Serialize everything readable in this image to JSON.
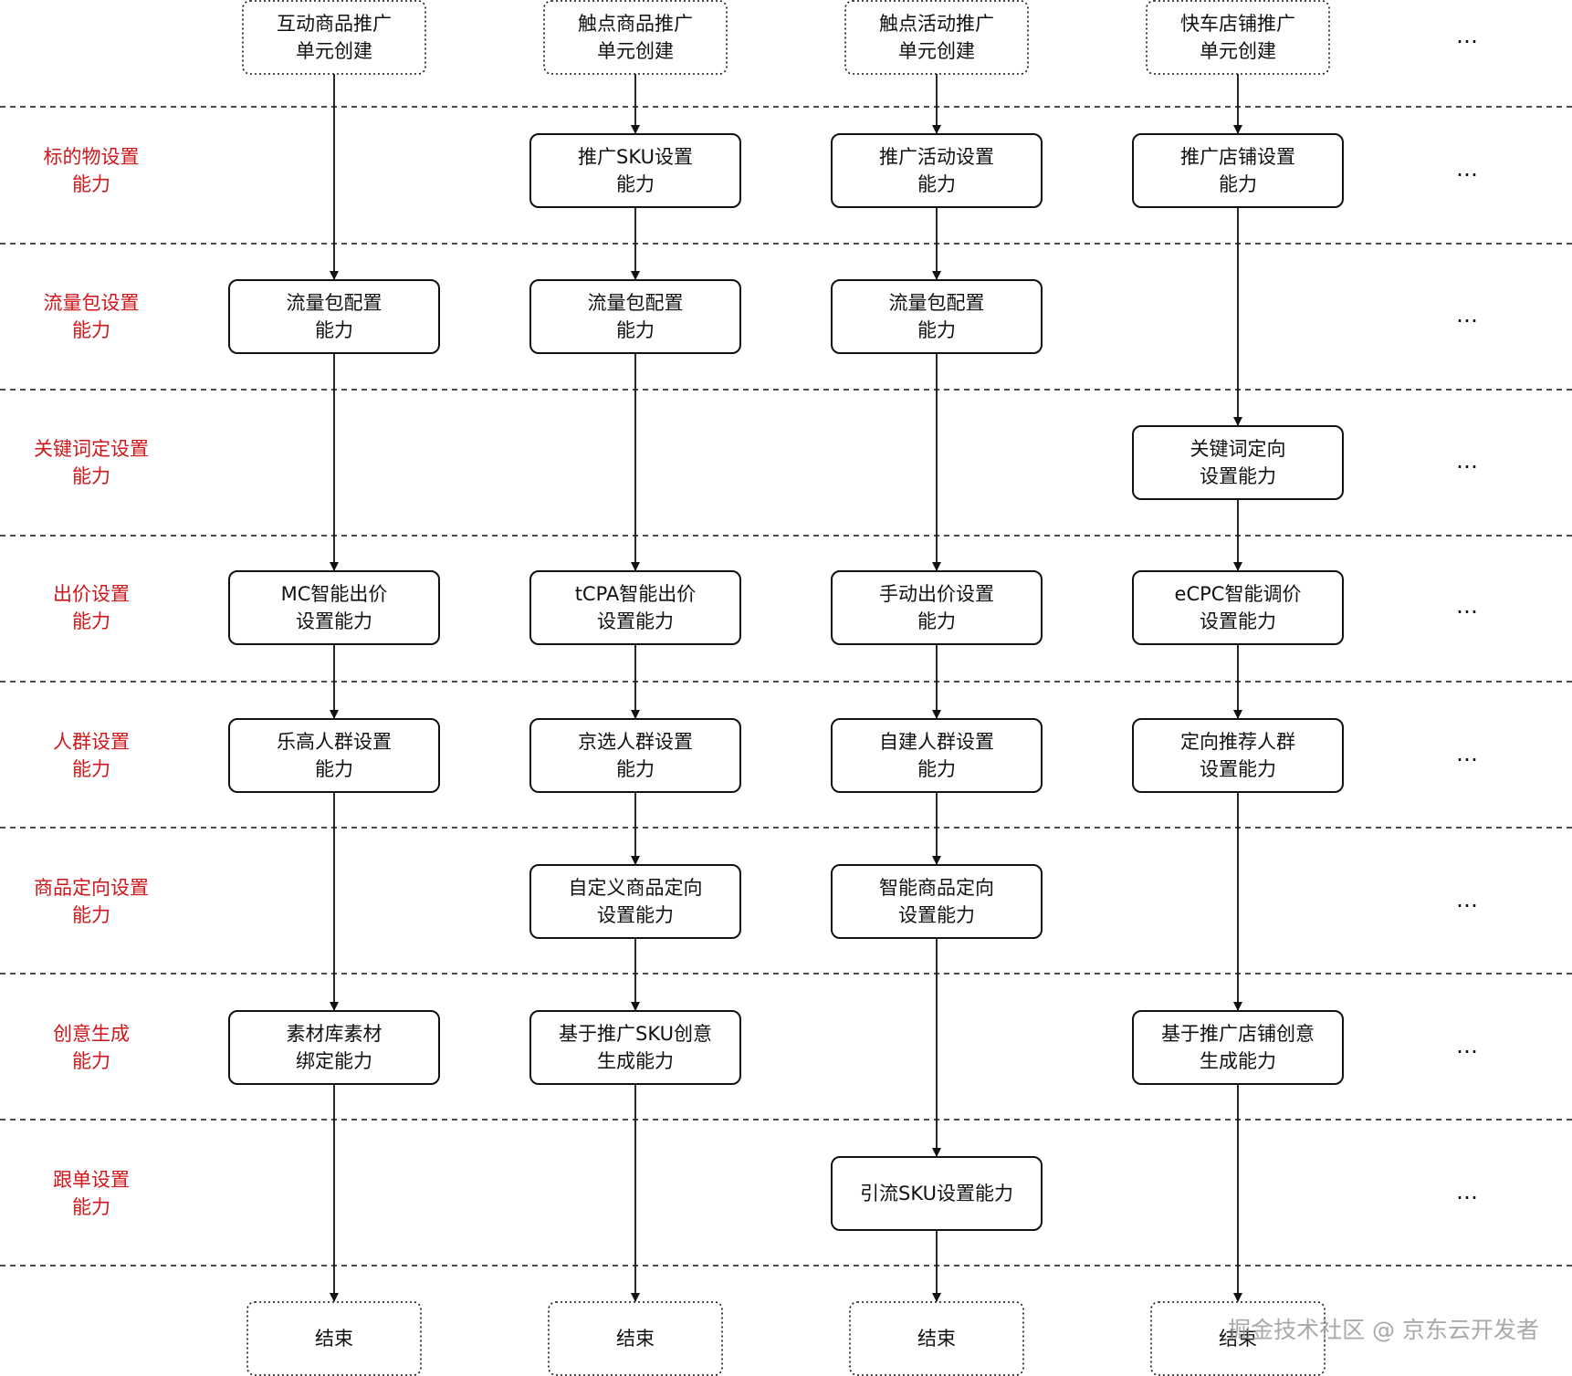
{
  "colors": {
    "label": "#d0161b",
    "stroke": "#111111",
    "text": "#111111",
    "watermark": "#9a9a9a"
  },
  "row_labels": [
    [
      "标的物设置",
      "能力"
    ],
    [
      "流量包设置",
      "能力"
    ],
    [
      "关键词定设置",
      "能力"
    ],
    [
      "出价设置",
      "能力"
    ],
    [
      "人群设置",
      "能力"
    ],
    [
      "商品定向设置",
      "能力"
    ],
    [
      "创意生成",
      "能力"
    ],
    [
      "跟单设置",
      "能力"
    ]
  ],
  "columns": [
    {
      "start": [
        "互动商品推广",
        "单元创建"
      ],
      "steps": [
        null,
        [
          "流量包配置",
          "能力"
        ],
        null,
        [
          "MC智能出价",
          "设置能力"
        ],
        [
          "乐高人群设置",
          "能力"
        ],
        null,
        [
          "素材库素材",
          "绑定能力"
        ],
        null
      ],
      "end": "结束"
    },
    {
      "start": [
        "触点商品推广",
        "单元创建"
      ],
      "steps": [
        [
          "推广SKU设置",
          "能力"
        ],
        [
          "流量包配置",
          "能力"
        ],
        null,
        [
          "tCPA智能出价",
          "设置能力"
        ],
        [
          "京选人群设置",
          "能力"
        ],
        [
          "自定义商品定向",
          "设置能力"
        ],
        [
          "基于推广SKU创意",
          "生成能力"
        ],
        null
      ],
      "end": "结束"
    },
    {
      "start": [
        "触点活动推广",
        "单元创建"
      ],
      "steps": [
        [
          "推广活动设置",
          "能力"
        ],
        [
          "流量包配置",
          "能力"
        ],
        null,
        [
          "手动出价设置",
          "能力"
        ],
        [
          "自建人群设置",
          "能力"
        ],
        [
          "智能商品定向",
          "设置能力"
        ],
        null,
        [
          "引流SKU设置能力"
        ]
      ],
      "end": "结束"
    },
    {
      "start": [
        "快车店铺推广",
        "单元创建"
      ],
      "steps": [
        [
          "推广店铺设置",
          "能力"
        ],
        null,
        [
          "关键词定向",
          "设置能力"
        ],
        [
          "eCPC智能调价",
          "设置能力"
        ],
        [
          "定向推荐人群",
          "设置能力"
        ],
        null,
        [
          "基于推广店铺创意",
          "生成能力"
        ],
        null
      ],
      "end": "结束"
    }
  ],
  "ellipsis": "…",
  "watermark": "掘金技术社区 @ 京东云开发者"
}
